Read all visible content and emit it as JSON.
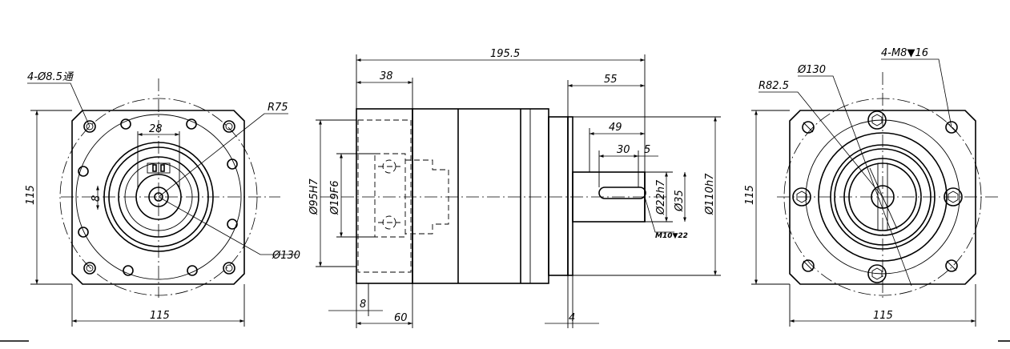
{
  "views": {
    "left": {
      "hole_callout": "4-Ø8.5通",
      "radius": "R75",
      "pcd": "Ø130",
      "square": "115",
      "height": "115",
      "key_width": "28",
      "key_depth": "8"
    },
    "side": {
      "overall_length": "195.5",
      "flange_length": "38",
      "shaft_length": "55",
      "shaft_usable": "49",
      "key_length": "30",
      "key_offset": "5",
      "bore_pilot": "Ø95H7",
      "bore_input": "Ø19F6",
      "shaft_dia_key": "Ø22h7",
      "shaft_dia": "Ø35",
      "flange_pilot": "Ø110h7",
      "thread": "M10▼22",
      "flange_thickness": "8",
      "input_length": "60",
      "step": "4"
    },
    "right": {
      "thread_callout": "4-M8▼16",
      "pcd": "Ø130",
      "radius": "R82.5",
      "height": "115",
      "width": "115"
    }
  }
}
